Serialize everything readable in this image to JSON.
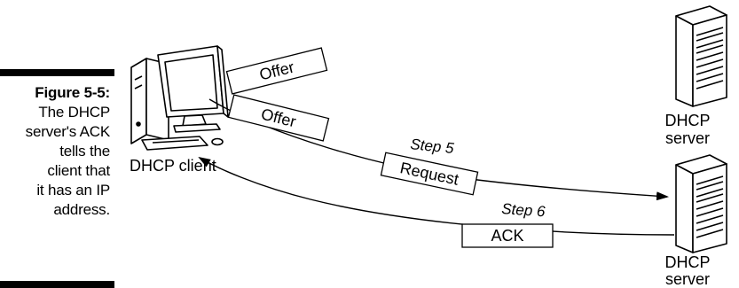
{
  "caption": {
    "figure": "Figure 5-5:",
    "lines": [
      "The DHCP",
      "server's ACK",
      "tells the",
      "client that",
      "it has an IP",
      "address."
    ]
  },
  "client": {
    "label": "DHCP client"
  },
  "servers": [
    {
      "label_line1": "DHCP",
      "label_line2": "server"
    },
    {
      "label_line1": "DHCP",
      "label_line2": "server"
    }
  ],
  "messages": {
    "offer_top": "Offer",
    "offer_bottom": "Offer",
    "request": "Request",
    "ack": "ACK"
  },
  "steps": {
    "step5": "Step 5",
    "step6": "Step 6"
  }
}
